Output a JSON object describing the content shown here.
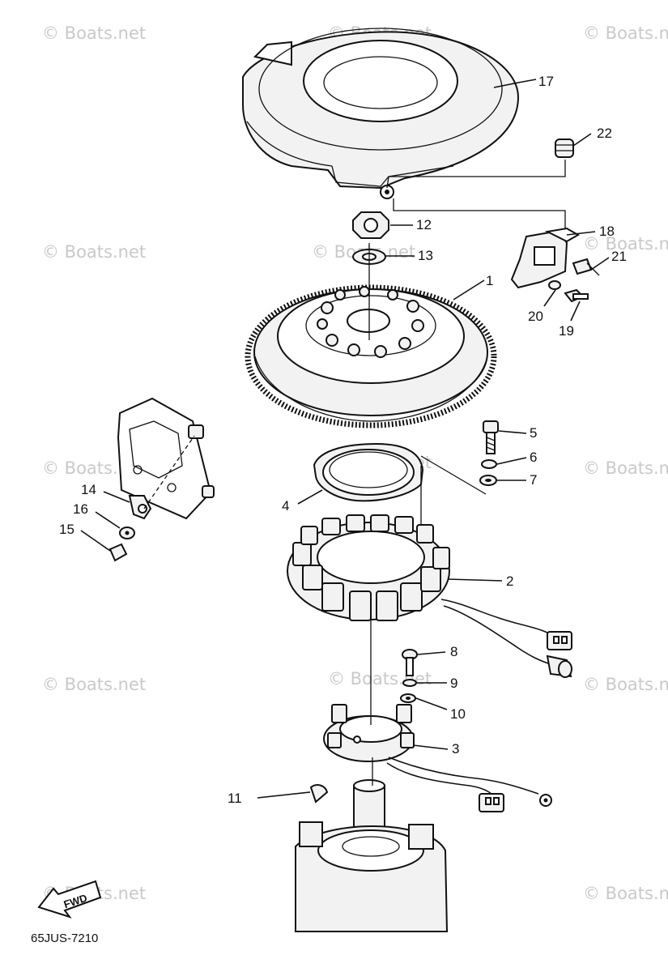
{
  "watermark": "© Boats.net",
  "diagram_code": "65JUS-7210",
  "fwd_label": "FWD",
  "callouts": {
    "c1": "1",
    "c2": "2",
    "c3": "3",
    "c4": "4",
    "c5": "5",
    "c6": "6",
    "c7": "7",
    "c8": "8",
    "c9": "9",
    "c10": "10",
    "c11": "11",
    "c12": "12",
    "c13": "13",
    "c14": "14",
    "c15": "15",
    "c16": "16",
    "c17": "17",
    "c18": "18",
    "c19": "19",
    "c20": "20",
    "c21": "21",
    "c22": "22"
  }
}
